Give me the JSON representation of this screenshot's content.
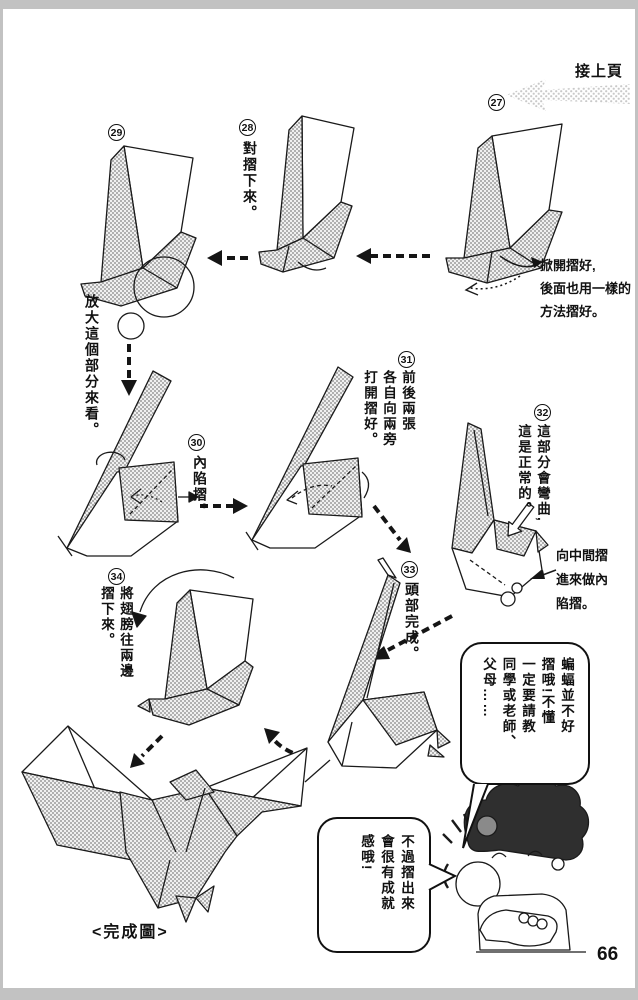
{
  "page": {
    "continue_label": "接上頁",
    "completed_label": "<完成圖>",
    "page_number": "66"
  },
  "steps": {
    "s27": {
      "num": "27",
      "note": "掀開摺好,\n後面也用一樣的\n方法摺好。"
    },
    "s28": {
      "num": "28",
      "label": "對摺下來。"
    },
    "s29": {
      "num": "29",
      "zoom_note": "放大這個部分來看。"
    },
    "s30": {
      "num": "30",
      "label": "內陷摺。"
    },
    "s31": {
      "num": "31",
      "label": "前後兩張\n各自向兩旁\n打開摺好。"
    },
    "s32": {
      "num": "32",
      "label": "這部分會彎曲,\n這是正常的。",
      "note": "向中間摺\n進來做內\n陷摺。"
    },
    "s33": {
      "num": "33",
      "label": "頭部完成。"
    },
    "s34": {
      "num": "34",
      "label": "將翅膀往兩邊\n摺下來。"
    }
  },
  "bubbles": {
    "advice": "蝙蝠並不好\n摺哦!不懂\n一定要請教\n同學或老師、\n父母……",
    "encourage": "不過摺出來\n會很有成就\n感哦!"
  },
  "colors": {
    "ink": "#111111",
    "halftone": "#9b9b9b",
    "paper": "#ffffff"
  }
}
